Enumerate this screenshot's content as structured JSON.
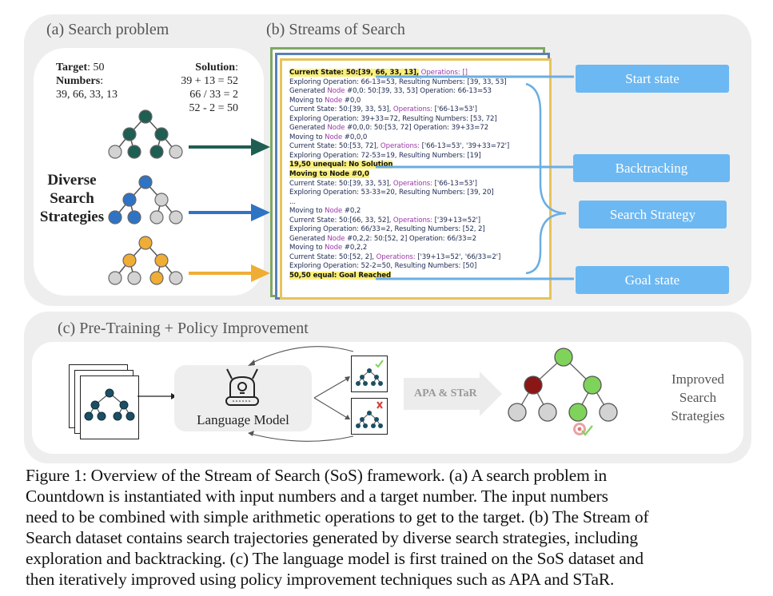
{
  "panel_a": {
    "title": "(a) Search problem",
    "target_label": "Target",
    "target_value": ": 50",
    "numbers_label": "Numbers",
    "numbers_colon": ":",
    "numbers_value": "39, 66, 33, 13",
    "solution_label": "Solution",
    "solution_colon": ":",
    "solution_steps": [
      "39 + 13 = 52",
      "66 / 33 = 2",
      "52 - 2 = 50"
    ],
    "strategies_label": [
      "Diverse",
      "Search",
      "Strategies"
    ],
    "colors": {
      "dark_green": "#1f5e52",
      "blue": "#2f73c4",
      "orange": "#f0ad35",
      "gray_node": "#d3d3d3"
    }
  },
  "panel_b": {
    "title": "(b) Streams of Search",
    "frame_colors": {
      "green": "#7fa862",
      "blue": "#5b80b5",
      "yellow": "#e7c45a"
    },
    "log_lines": [
      {
        "parts": [
          {
            "t": "Current State: 50:[39, 66, 33, 13],",
            "c": "hl"
          },
          {
            "t": " Operations: []",
            "c": "ops"
          }
        ]
      },
      {
        "parts": [
          {
            "t": "Exploring Operation: 66-13=53, Resulting Numbers: [39, 33, 53]",
            "c": ""
          }
        ]
      },
      {
        "parts": [
          {
            "t": "Generated ",
            "c": ""
          },
          {
            "t": "Node",
            "c": "node"
          },
          {
            "t": " #0,0: 50:[39, 33, 53] Operation: 66-13=53",
            "c": ""
          }
        ]
      },
      {
        "parts": [
          {
            "t": "Moving to ",
            "c": ""
          },
          {
            "t": "Node",
            "c": "node"
          },
          {
            "t": " #0,0",
            "c": ""
          }
        ]
      },
      {
        "parts": [
          {
            "t": "Current State: 50:[39, 33, 53], ",
            "c": ""
          },
          {
            "t": "Operations:",
            "c": "ops"
          },
          {
            "t": " ['66-13=53']",
            "c": ""
          }
        ]
      },
      {
        "parts": [
          {
            "t": "Exploring Operation: 39+33=72, Resulting Numbers: [53, 72]",
            "c": ""
          }
        ]
      },
      {
        "parts": [
          {
            "t": "Generated ",
            "c": ""
          },
          {
            "t": "Node",
            "c": "node"
          },
          {
            "t": " #0,0,0: 50:[53, 72] Operation: 39+33=72",
            "c": ""
          }
        ]
      },
      {
        "parts": [
          {
            "t": "Moving to ",
            "c": ""
          },
          {
            "t": "Node",
            "c": "node"
          },
          {
            "t": " #0,0,0",
            "c": ""
          }
        ]
      },
      {
        "parts": [
          {
            "t": "Current State: 50:[53, 72], ",
            "c": ""
          },
          {
            "t": "Operations:",
            "c": "ops"
          },
          {
            "t": " ['66-13=53', '39+33=72']",
            "c": ""
          }
        ]
      },
      {
        "parts": [
          {
            "t": "Exploring Operation: 72-53=19, Resulting Numbers: [19]",
            "c": ""
          }
        ]
      },
      {
        "parts": [
          {
            "t": "19,50 unequal: No Solution",
            "c": "hl"
          }
        ]
      },
      {
        "parts": [
          {
            "t": "Moving to ",
            "c": "hl"
          },
          {
            "t": "Node",
            "c": "hl node-hl"
          },
          {
            "t": " #0,0",
            "c": "hl"
          }
        ]
      },
      {
        "parts": [
          {
            "t": "Current State: 50:[39, 33, 53], ",
            "c": ""
          },
          {
            "t": "Operations:",
            "c": "ops"
          },
          {
            "t": " ['66-13=53']",
            "c": ""
          }
        ]
      },
      {
        "parts": [
          {
            "t": "Exploring Operation: 53-33=20, Resulting Numbers: [39, 20]",
            "c": ""
          }
        ]
      },
      {
        "parts": [
          {
            "t": "...",
            "c": ""
          }
        ]
      },
      {
        "parts": [
          {
            "t": "Moving to ",
            "c": ""
          },
          {
            "t": "Node",
            "c": "node"
          },
          {
            "t": " #0,2",
            "c": ""
          }
        ]
      },
      {
        "parts": [
          {
            "t": "Current State: 50:[66, 33, 52], ",
            "c": ""
          },
          {
            "t": "Operations:",
            "c": "ops"
          },
          {
            "t": " ['39+13=52']",
            "c": ""
          }
        ]
      },
      {
        "parts": [
          {
            "t": "Exploring Operation: 66/33=2, Resulting Numbers: [52, 2]",
            "c": ""
          }
        ]
      },
      {
        "parts": [
          {
            "t": "Generated ",
            "c": ""
          },
          {
            "t": "Node",
            "c": "node"
          },
          {
            "t": " #0,2,2: 50:[52, 2] Operation: 66/33=2",
            "c": ""
          }
        ]
      },
      {
        "parts": [
          {
            "t": "Moving to ",
            "c": ""
          },
          {
            "t": "Node",
            "c": "node"
          },
          {
            "t": " #0,2,2",
            "c": ""
          }
        ]
      },
      {
        "parts": [
          {
            "t": "Current State: 50:[52, 2], ",
            "c": ""
          },
          {
            "t": "Operations:",
            "c": "ops"
          },
          {
            "t": " ['39+13=52', '66/33=2']",
            "c": ""
          }
        ]
      },
      {
        "parts": [
          {
            "t": "Exploring Operation: 52-2=50, Resulting Numbers: [50]",
            "c": ""
          }
        ]
      },
      {
        "parts": [
          {
            "t": "50,50 equal: Goal Reached",
            "c": "hl"
          }
        ]
      }
    ],
    "labels": {
      "start_state": "Start state",
      "backtracking": "Backtracking",
      "search_strategy": "Search Strategy",
      "goal_state": "Goal state"
    },
    "label_color": "#6cb8f2"
  },
  "panel_c": {
    "title": "(c) Pre-Training + Policy Improvement",
    "language_model_label": "Language Model",
    "apa_star_label": "APA & STaR",
    "improved_label": [
      "Improved",
      "Search",
      "Strategies"
    ],
    "colors": {
      "node_dark": "#1c4f63",
      "success": "#7fd35a",
      "fail": "#8b1616",
      "check": "#7fd35a",
      "cross": "#d9413a"
    }
  },
  "caption": {
    "lines": [
      "Figure 1: Overview of the Stream of Search (SoS) framework.  (a) A search problem in",
      "Countdown is instantiated with input numbers and a target number. The input numbers",
      "need to be combined with simple arithmetic operations to get to the target. (b) The Stream of",
      "Search dataset contains search trajectories generated by diverse search strategies, including",
      "exploration and backtracking. (c) The language model is first trained on the SoS dataset and",
      "then iteratively improved using policy improvement techniques such as APA and STaR."
    ]
  }
}
